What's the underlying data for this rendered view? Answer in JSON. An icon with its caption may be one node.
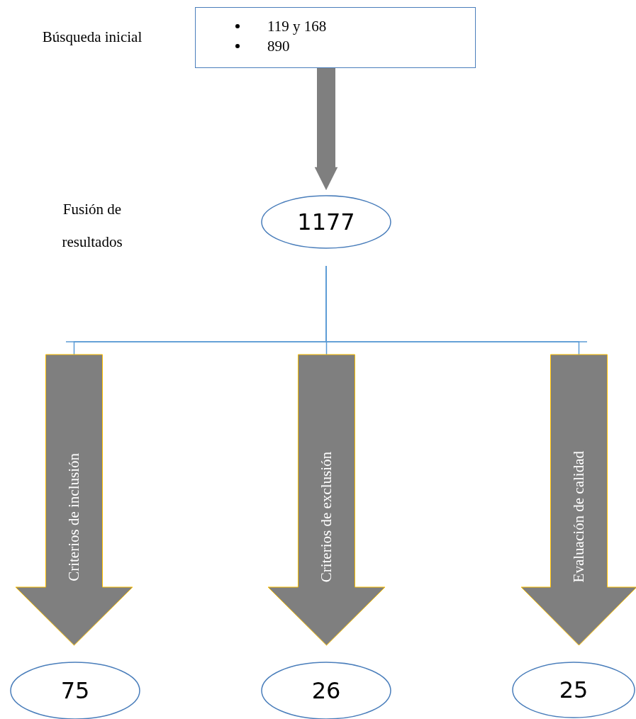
{
  "diagram": {
    "nodes": [
      {
        "text": [
          "119  y  168",
          "890"
        ],
        "beside": [
          "Búsqueda inicial"
        ]
      },
      {
        "text": [
          "1177"
        ]
      },
      {
        "text": [
          "Criterios de inclusión"
        ]
      },
      {
        "text": [
          "Criterios de exclusión"
        ]
      },
      {
        "text": [
          "Evaluación de calidad"
        ]
      },
      {
        "text": [
          "75"
        ]
      },
      {
        "text": [
          "26"
        ]
      },
      {
        "text": [
          "25"
        ]
      }
    ],
    "edges": [
      {
        "from": 0,
        "to": 1,
        "arrow": "to",
        "style": "thick",
        "color": "#7f7f7f"
      },
      {
        "from": 1,
        "to": 2,
        "arrow": "none"
      },
      {
        "from": 1,
        "to": 3,
        "arrow": "none"
      },
      {
        "from": 1,
        "to": 4,
        "arrow": "none"
      }
    ],
    "labels": [
      "Fusión de resultados"
    ]
  }
}
